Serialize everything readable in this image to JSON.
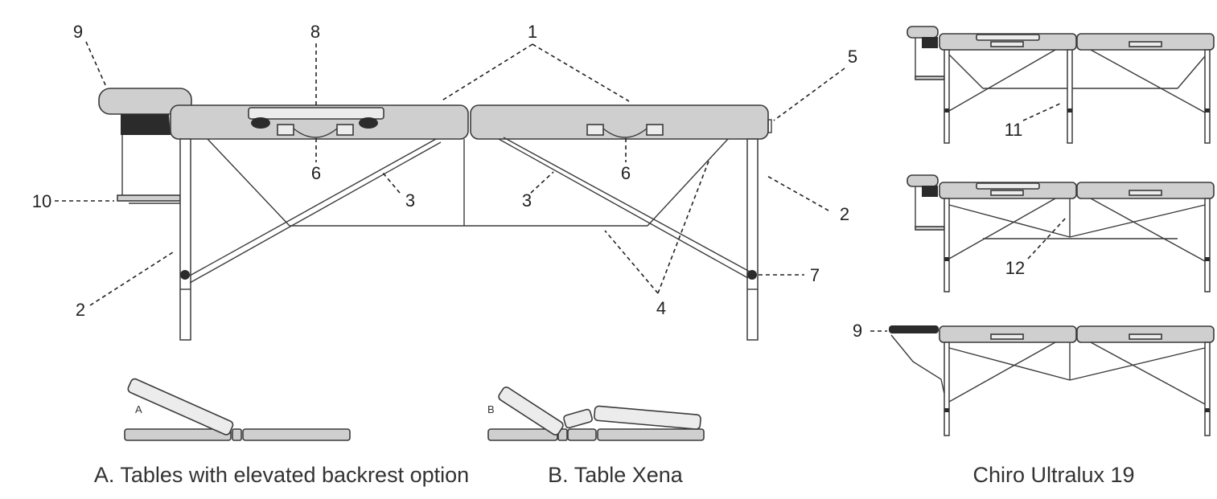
{
  "labels": {
    "n1": "1",
    "n2a": "2",
    "n2b": "2",
    "n3a": "3",
    "n3b": "3",
    "n4": "4",
    "n5": "5",
    "n6a": "6",
    "n6b": "6",
    "n7": "7",
    "n8": "8",
    "n9a": "9",
    "n9b": "9",
    "n10": "10",
    "n11": "11",
    "n12": "12"
  },
  "inset": {
    "a_letter": "A",
    "b_letter": "B"
  },
  "captions": {
    "a": "A. Tables with elevated backrest option",
    "b": "B. Table Xena",
    "c": "Chiro Ultralux 19"
  },
  "colors": {
    "pad": "#cfcfcf",
    "line": "#3a3a3a"
  }
}
